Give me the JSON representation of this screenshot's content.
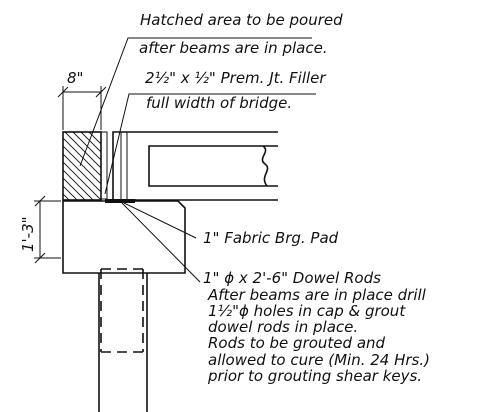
{
  "notes": {
    "hatched_line1": "Hatched area to be poured",
    "hatched_line2": "after beams are in place.",
    "filler_line1": "2½\" x ½\" Prem. Jt. Filler",
    "filler_line2": "full width of bridge.",
    "pad": "1\" Fabric Brg. Pad",
    "dowel": "1\" ϕ x 2'-6\" Dowel Rods",
    "instr_line1": "After beams are in place drill",
    "instr_line2": "1½\"ϕ holes in cap & grout",
    "instr_line3": "dowel rods in place.",
    "instr_line4": "Rods to be grouted and",
    "instr_line5": "allowed to cure (Min. 24 Hrs.)",
    "instr_line6": "prior to grouting shear keys."
  },
  "dimensions": {
    "width_8": "8\"",
    "height_1_3": "1'-3\""
  }
}
